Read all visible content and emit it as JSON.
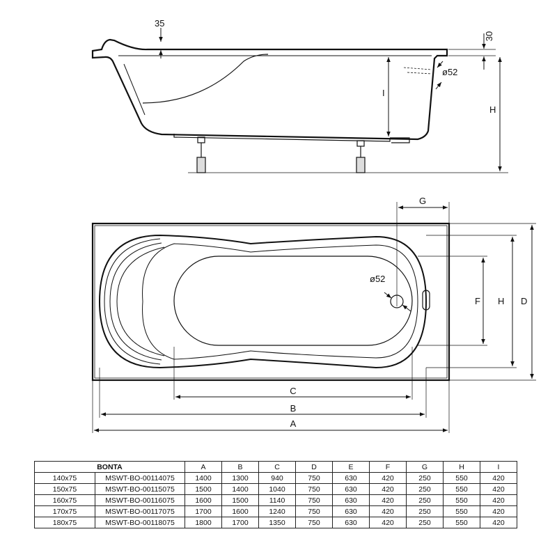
{
  "side_view": {
    "rim_height_label": "35",
    "rim_thickness_label": "30",
    "drain_label": "ø52",
    "height_label": "H",
    "inner_depth_label": "I"
  },
  "top_view": {
    "label_a": "A",
    "label_b": "B",
    "label_c": "C",
    "label_d": "D",
    "label_f": "F",
    "label_g": "G",
    "label_h": "H",
    "drain_label": "ø52"
  },
  "table": {
    "series": "BONTA",
    "columns": [
      "A",
      "B",
      "C",
      "D",
      "E",
      "F",
      "G",
      "H",
      "I"
    ],
    "rows": [
      {
        "size": "140x75",
        "code": "MSWT-BO-00114075",
        "values": [
          "1400",
          "1300",
          "940",
          "750",
          "630",
          "420",
          "250",
          "550",
          "420"
        ]
      },
      {
        "size": "150x75",
        "code": "MSWT-BO-00115075",
        "values": [
          "1500",
          "1400",
          "1040",
          "750",
          "630",
          "420",
          "250",
          "550",
          "420"
        ]
      },
      {
        "size": "160x75",
        "code": "MSWT-BO-00116075",
        "values": [
          "1600",
          "1500",
          "1140",
          "750",
          "630",
          "420",
          "250",
          "550",
          "420"
        ]
      },
      {
        "size": "170x75",
        "code": "MSWT-BO-00117075",
        "values": [
          "1700",
          "1600",
          "1240",
          "750",
          "630",
          "420",
          "250",
          "550",
          "420"
        ]
      },
      {
        "size": "180x75",
        "code": "MSWT-BO-00118075",
        "values": [
          "1800",
          "1700",
          "1350",
          "750",
          "630",
          "420",
          "250",
          "550",
          "420"
        ]
      }
    ]
  }
}
